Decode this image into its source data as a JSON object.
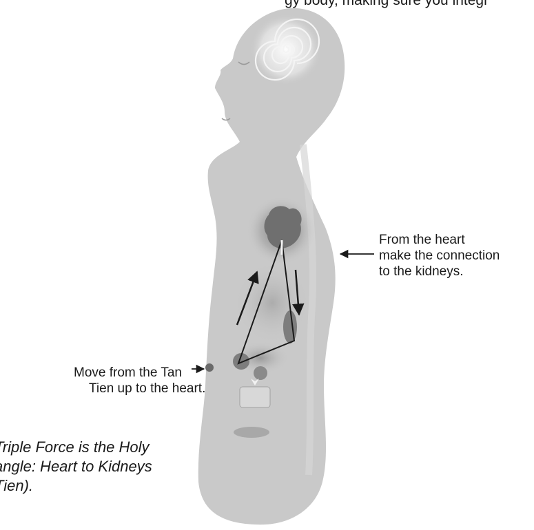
{
  "top_caption_fragment": "gy body, making sure you integr",
  "labels": {
    "heart_to_kidneys": [
      "From the heart",
      "make the connection",
      "to the kidneys."
    ],
    "tan_tien_to_heart": [
      "Move from the Tan",
      "Tien up to the heart."
    ]
  },
  "caption_fragment": [
    "Triple Force is the Holy",
    "angle: Heart to Kidneys",
    "Tien)."
  ],
  "colors": {
    "body_fill": "#c9c9c9",
    "organ_fill": "#7d7d7d",
    "line_color": "#1a1a1a",
    "spiral_color": "#f4f4f4"
  }
}
